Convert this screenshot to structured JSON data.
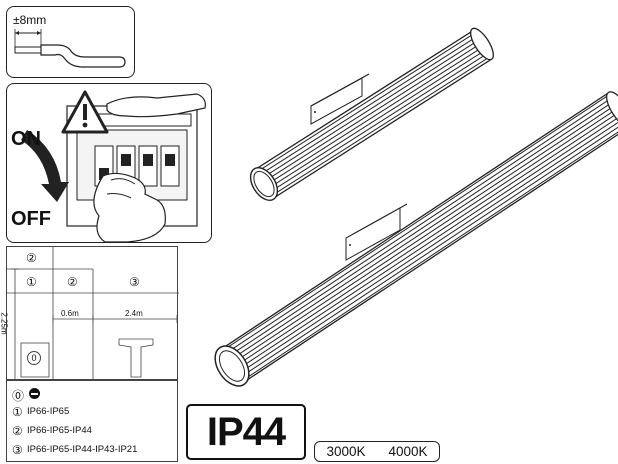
{
  "strip": {
    "length_label": "±8mm"
  },
  "switch_panel": {
    "on_label": "ON",
    "off_label": "OFF"
  },
  "zones": {
    "zone_top": "②",
    "zone_1": "①",
    "zone_2": "②",
    "zone_3": "③",
    "zone_0": "0",
    "height_label": "2.25m",
    "width_2_label": "0.6m",
    "width_3_label": "2.4m"
  },
  "legend": {
    "zone0_num": "⓪",
    "rows": [
      {
        "num": "①",
        "text": "IP66-IP65"
      },
      {
        "num": "②",
        "text": "IP66-IP65-IP44"
      },
      {
        "num": "③",
        "text": "IP66-IP65-IP44-IP43-IP21"
      }
    ]
  },
  "ip_rating": "IP44",
  "color_temps": {
    "warm": "3000K",
    "cool": "4000K"
  }
}
